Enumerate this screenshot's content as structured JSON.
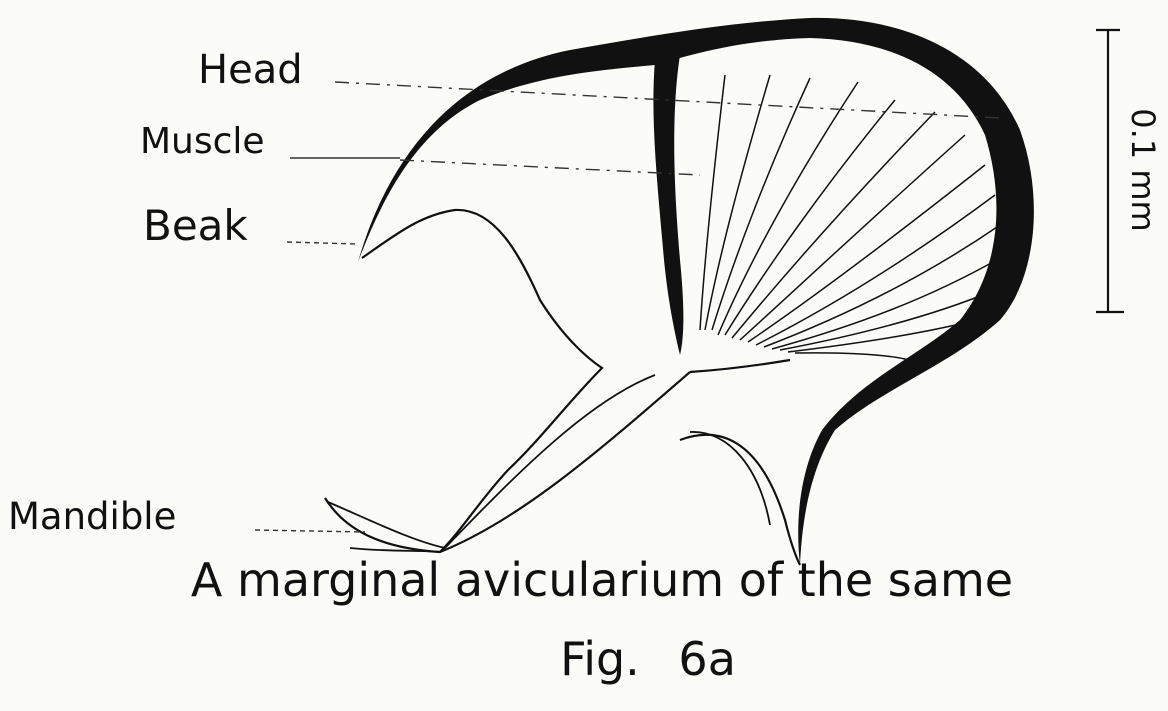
{
  "labels": {
    "head": "Head",
    "muscle": "Muscle",
    "beak": "Beak",
    "mandible": "Mandible"
  },
  "scale_bar": {
    "text": "0.1 mm"
  },
  "caption": "A marginal avicularium of the same",
  "figure_number": "Fig. 6a",
  "colors": {
    "ink": "#111111",
    "paper": "#fbfbf8"
  }
}
